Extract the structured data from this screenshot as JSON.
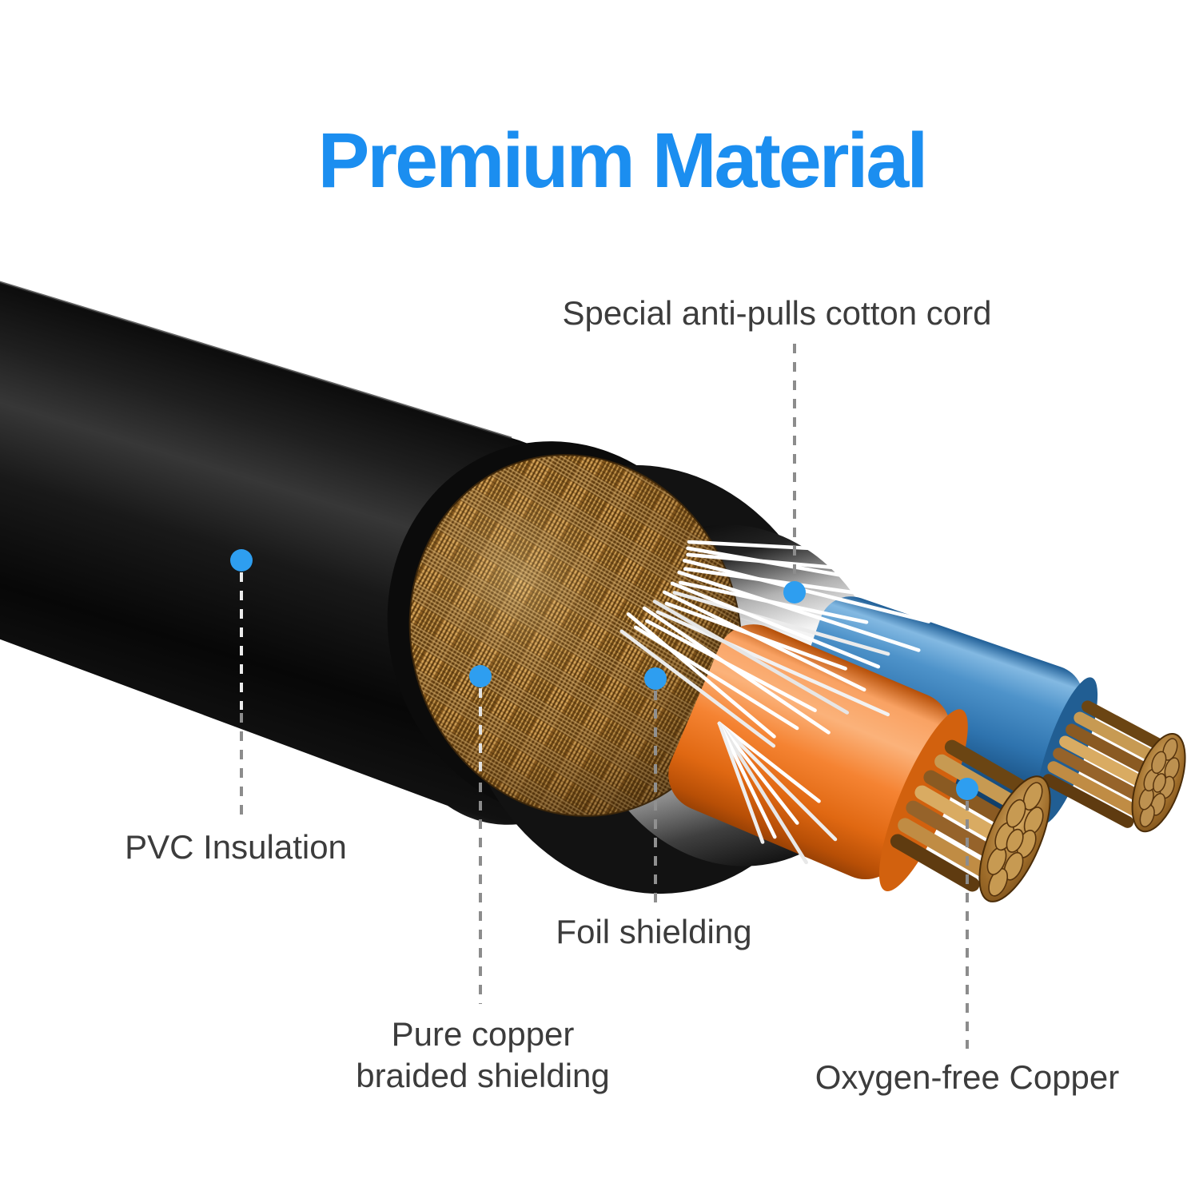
{
  "title": {
    "text": "Premium Material",
    "color": "#1b8ef0"
  },
  "labels": {
    "cotton": {
      "text": "Special anti-pulls cotton cord"
    },
    "pvc": {
      "text": "PVC Insulation"
    },
    "foil": {
      "text": "Foil shielding"
    },
    "braid": {
      "line1": "Pure copper",
      "line2": "braided shielding"
    },
    "copper": {
      "text": "Oxygen-free Copper"
    }
  },
  "callout": {
    "dot_color": "#2e9ef0",
    "line_color_on_dark": "#ebebeb",
    "line_color_on_light": "#8c8c8c"
  },
  "colors": {
    "background": "#ffffff",
    "label_text": "#3c3c3c",
    "jacket_black": "#0a0a0a",
    "braid_gold": "#a9762f",
    "foil_silver": "#d6d6d6",
    "cotton_white": "#ffffff",
    "insulation_orange": "#f58332",
    "insulation_blue": "#3f80bd",
    "copper": "#b07c34"
  }
}
